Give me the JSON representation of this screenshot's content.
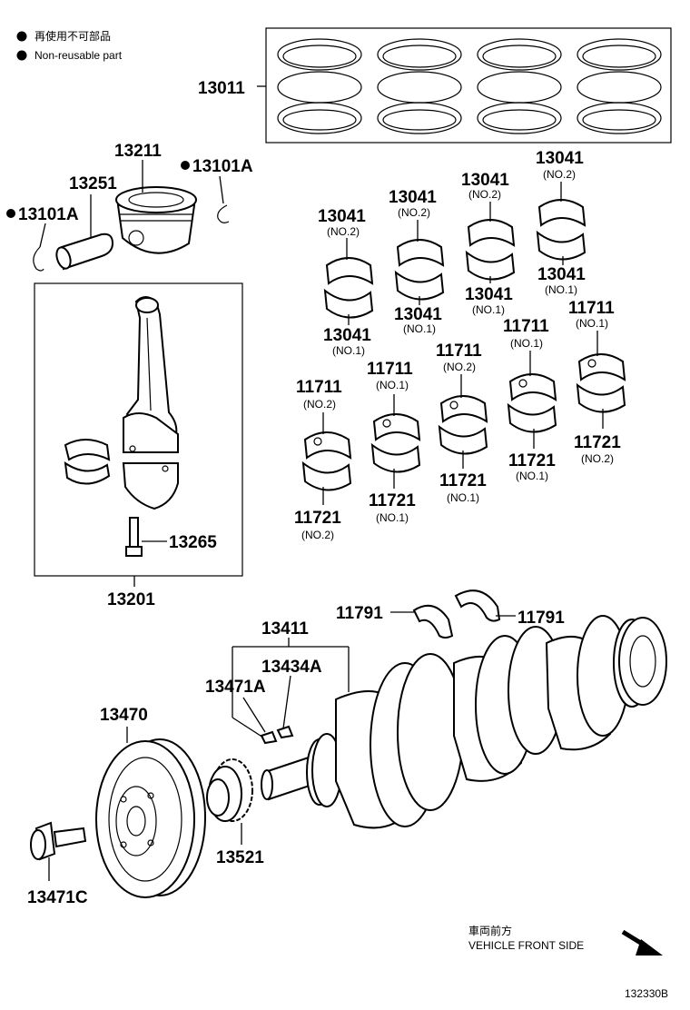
{
  "legend": {
    "line_jp": "再使用不可部品",
    "line_en": "Non-reusable part"
  },
  "direction": {
    "label_jp": "車両前方",
    "label_en": "VEHICLE FRONT SIDE",
    "icon": "arrow-down-right-icon"
  },
  "diagram_id": "132330B",
  "parts": {
    "p13011": "13011",
    "p13211": "13211",
    "p13251": "13251",
    "p13101A": "13101A",
    "p13201": "13201",
    "p13265": "13265",
    "p13041": "13041",
    "p11711": "11711",
    "p11721": "11721",
    "p11791": "11791",
    "p13411": "13411",
    "p13434A": "13434A",
    "p13471A": "13471A",
    "p13470": "13470",
    "p13521": "13521",
    "p13471C": "13471C"
  },
  "subs": {
    "no1": "(NO.1)",
    "no2": "(NO.2)"
  }
}
